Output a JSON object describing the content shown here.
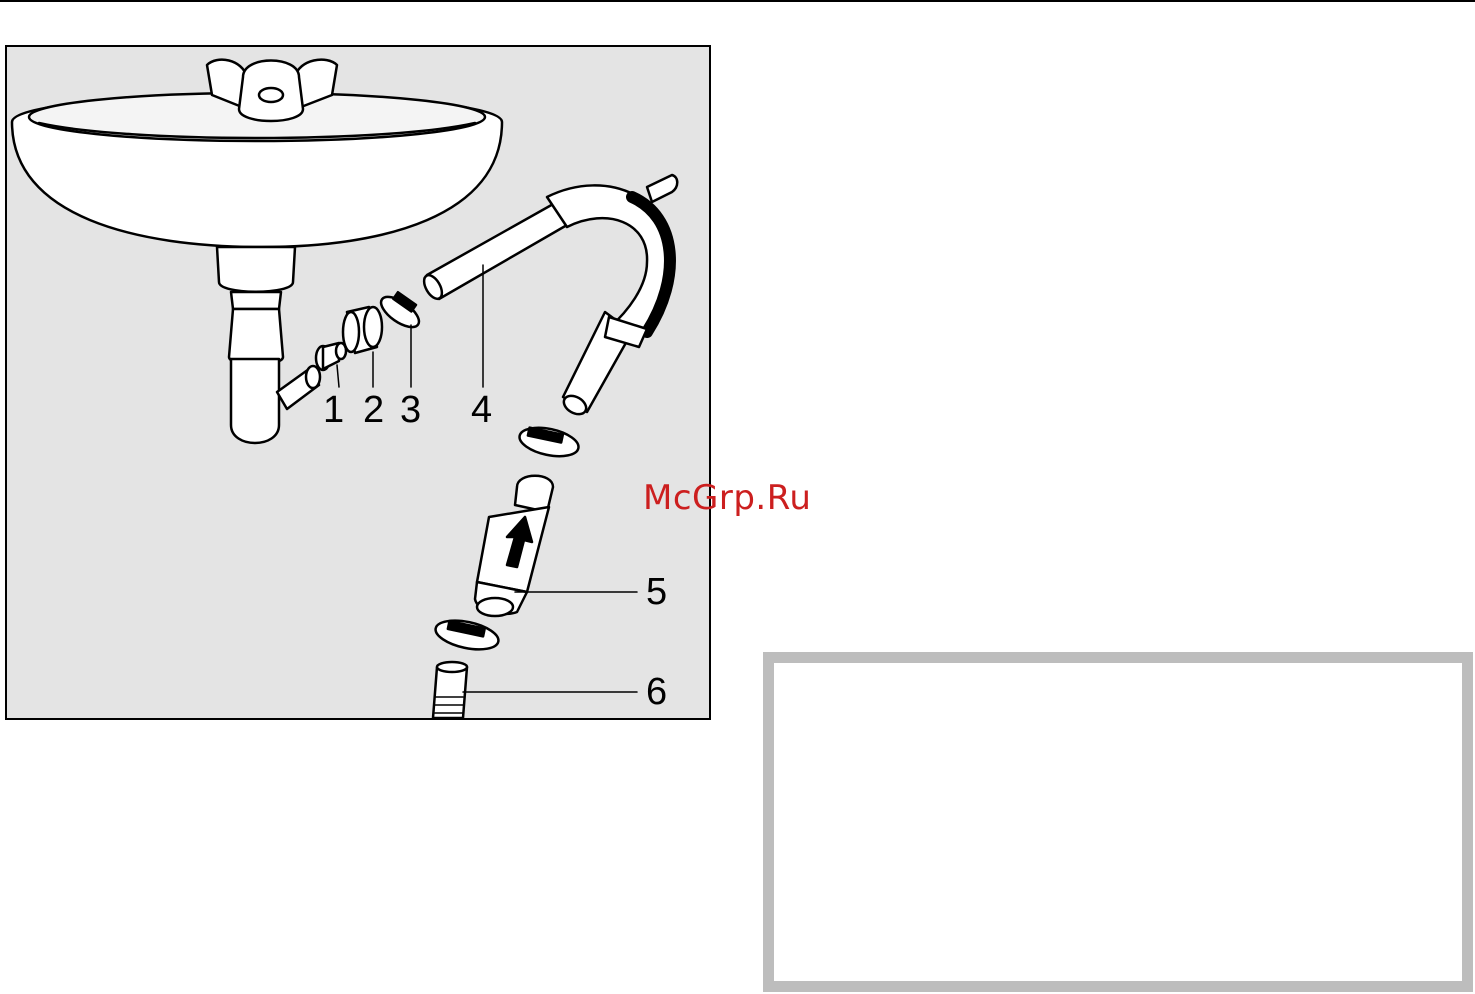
{
  "figure": {
    "callouts": {
      "c1": "1",
      "c2": "2",
      "c3": "3",
      "c4": "4",
      "c5": "5",
      "c6": "6"
    }
  },
  "watermark": "McGrp.Ru",
  "colors": {
    "figure_background": "#e4e4e4",
    "note_box_border": "#bdbdbd",
    "watermark": "#cc1f1f"
  }
}
